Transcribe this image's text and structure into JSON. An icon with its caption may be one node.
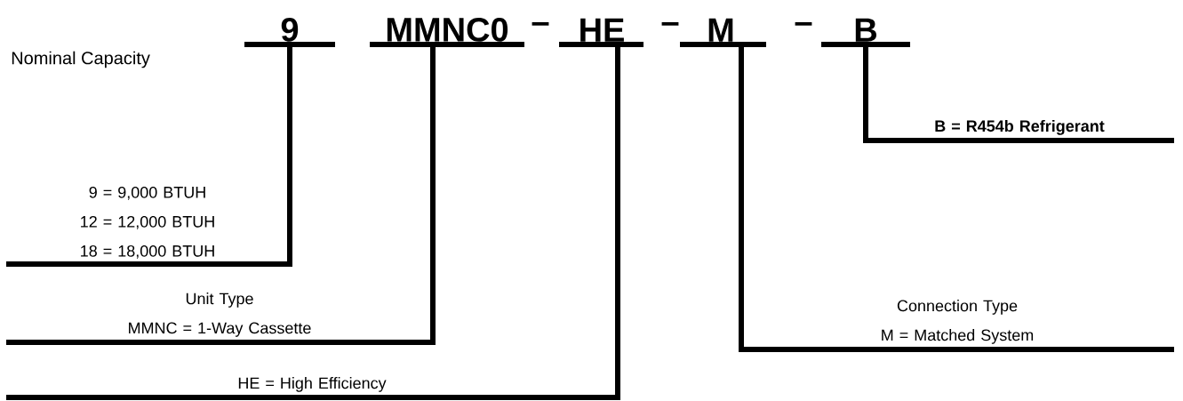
{
  "diagram": {
    "nodes": [
      {
        "text": [
          "9"
        ]
      },
      {
        "text": [
          "MMNC0"
        ]
      },
      {
        "text": [
          "HE"
        ]
      },
      {
        "text": [
          "M"
        ]
      },
      {
        "text": [
          "B"
        ]
      },
      {
        "text": [
          "9 = 9,000 BTUH",
          "12 = 12,000 BTUH",
          "18 = 18,000 BTUH"
        ]
      },
      {
        "text": [
          "Unit Type",
          "MMNC = 1-Way Cassette"
        ]
      },
      {
        "text": [
          "HE = High Efficiency"
        ]
      },
      {
        "text": [
          "Connection Type",
          "M = Matched System"
        ]
      },
      {
        "text": [
          "**B = R454b Refrigerant**"
        ]
      }
    ],
    "edges": [
      {
        "from": 0,
        "to": 5,
        "arrow": "none"
      },
      {
        "from": 1,
        "to": 6,
        "arrow": "none"
      },
      {
        "from": 2,
        "to": 7,
        "arrow": "none"
      },
      {
        "from": 3,
        "to": 8,
        "arrow": "none"
      },
      {
        "from": 4,
        "to": 9,
        "arrow": "none"
      }
    ],
    "labels": [
      "Nominal Capacity",
      "–",
      "–",
      "–"
    ]
  }
}
